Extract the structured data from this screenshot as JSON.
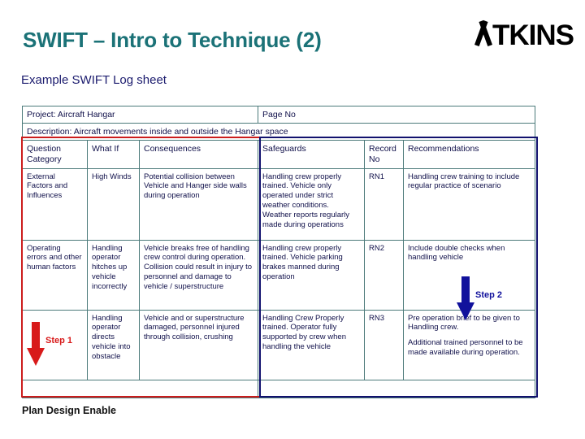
{
  "header": {
    "title": "SWIFT – Intro to Technique (2)",
    "logo_text": "TKINS",
    "logo_full": "ATKINS",
    "title_color": "#1b7277",
    "subtitle": "Example SWIFT Log sheet",
    "subtitle_color": "#1b1b6e"
  },
  "table": {
    "project_label": "Project: Aircraft Hangar",
    "page_no_label": "Page No",
    "description_label": "Description: Aircraft movements inside and outside the Hangar space",
    "columns": [
      "Question Category",
      "What If",
      "Consequences",
      "Safeguards",
      "Record No",
      "Recommendations"
    ],
    "rows": [
      {
        "question_category": "External Factors and Influences",
        "what_if": "High Winds",
        "consequences": "Potential collision between Vehicle and Hanger side walls during operation",
        "safeguards": "Handling crew properly trained. Vehicle only operated under strict weather conditions. Weather reports regularly made during operations",
        "record_no": "RN1",
        "recommendations": "Handling crew training to include regular practice of scenario",
        "recommendations_extra": ""
      },
      {
        "question_category": "Operating errors and other human factors",
        "what_if": "Handling operator hitches up vehicle incorrectly",
        "consequences": "Vehicle breaks free of handling crew control during operation. Collision could result in injury to personnel and damage to vehicle / superstructure",
        "safeguards": "Handling crew properly trained. Vehicle parking brakes manned during operation",
        "record_no": "RN2",
        "recommendations": "Include double checks when handling vehicle",
        "recommendations_extra": ""
      },
      {
        "question_category": "",
        "what_if": "Handling operator directs vehicle into obstacle",
        "consequences": "Vehicle and or superstructure damaged, personnel injured through collision, crushing",
        "safeguards": "Handling Crew Properly trained. Operator fully supported by crew when handling the vehicle",
        "record_no": "RN3",
        "recommendations": "Pre operation brief to be given to Handling crew.",
        "recommendations_extra": "Additional trained personnel to be made available during operation."
      }
    ]
  },
  "annotations": {
    "step1_label": "Step 1",
    "step1_color": "#d81a1a",
    "step2_label": "Step 2",
    "step2_color": "#11119c",
    "red_frame_color": "#cc1c1c",
    "navy_frame_color": "#11116e"
  },
  "footer": {
    "tagline": "Plan Design Enable"
  }
}
